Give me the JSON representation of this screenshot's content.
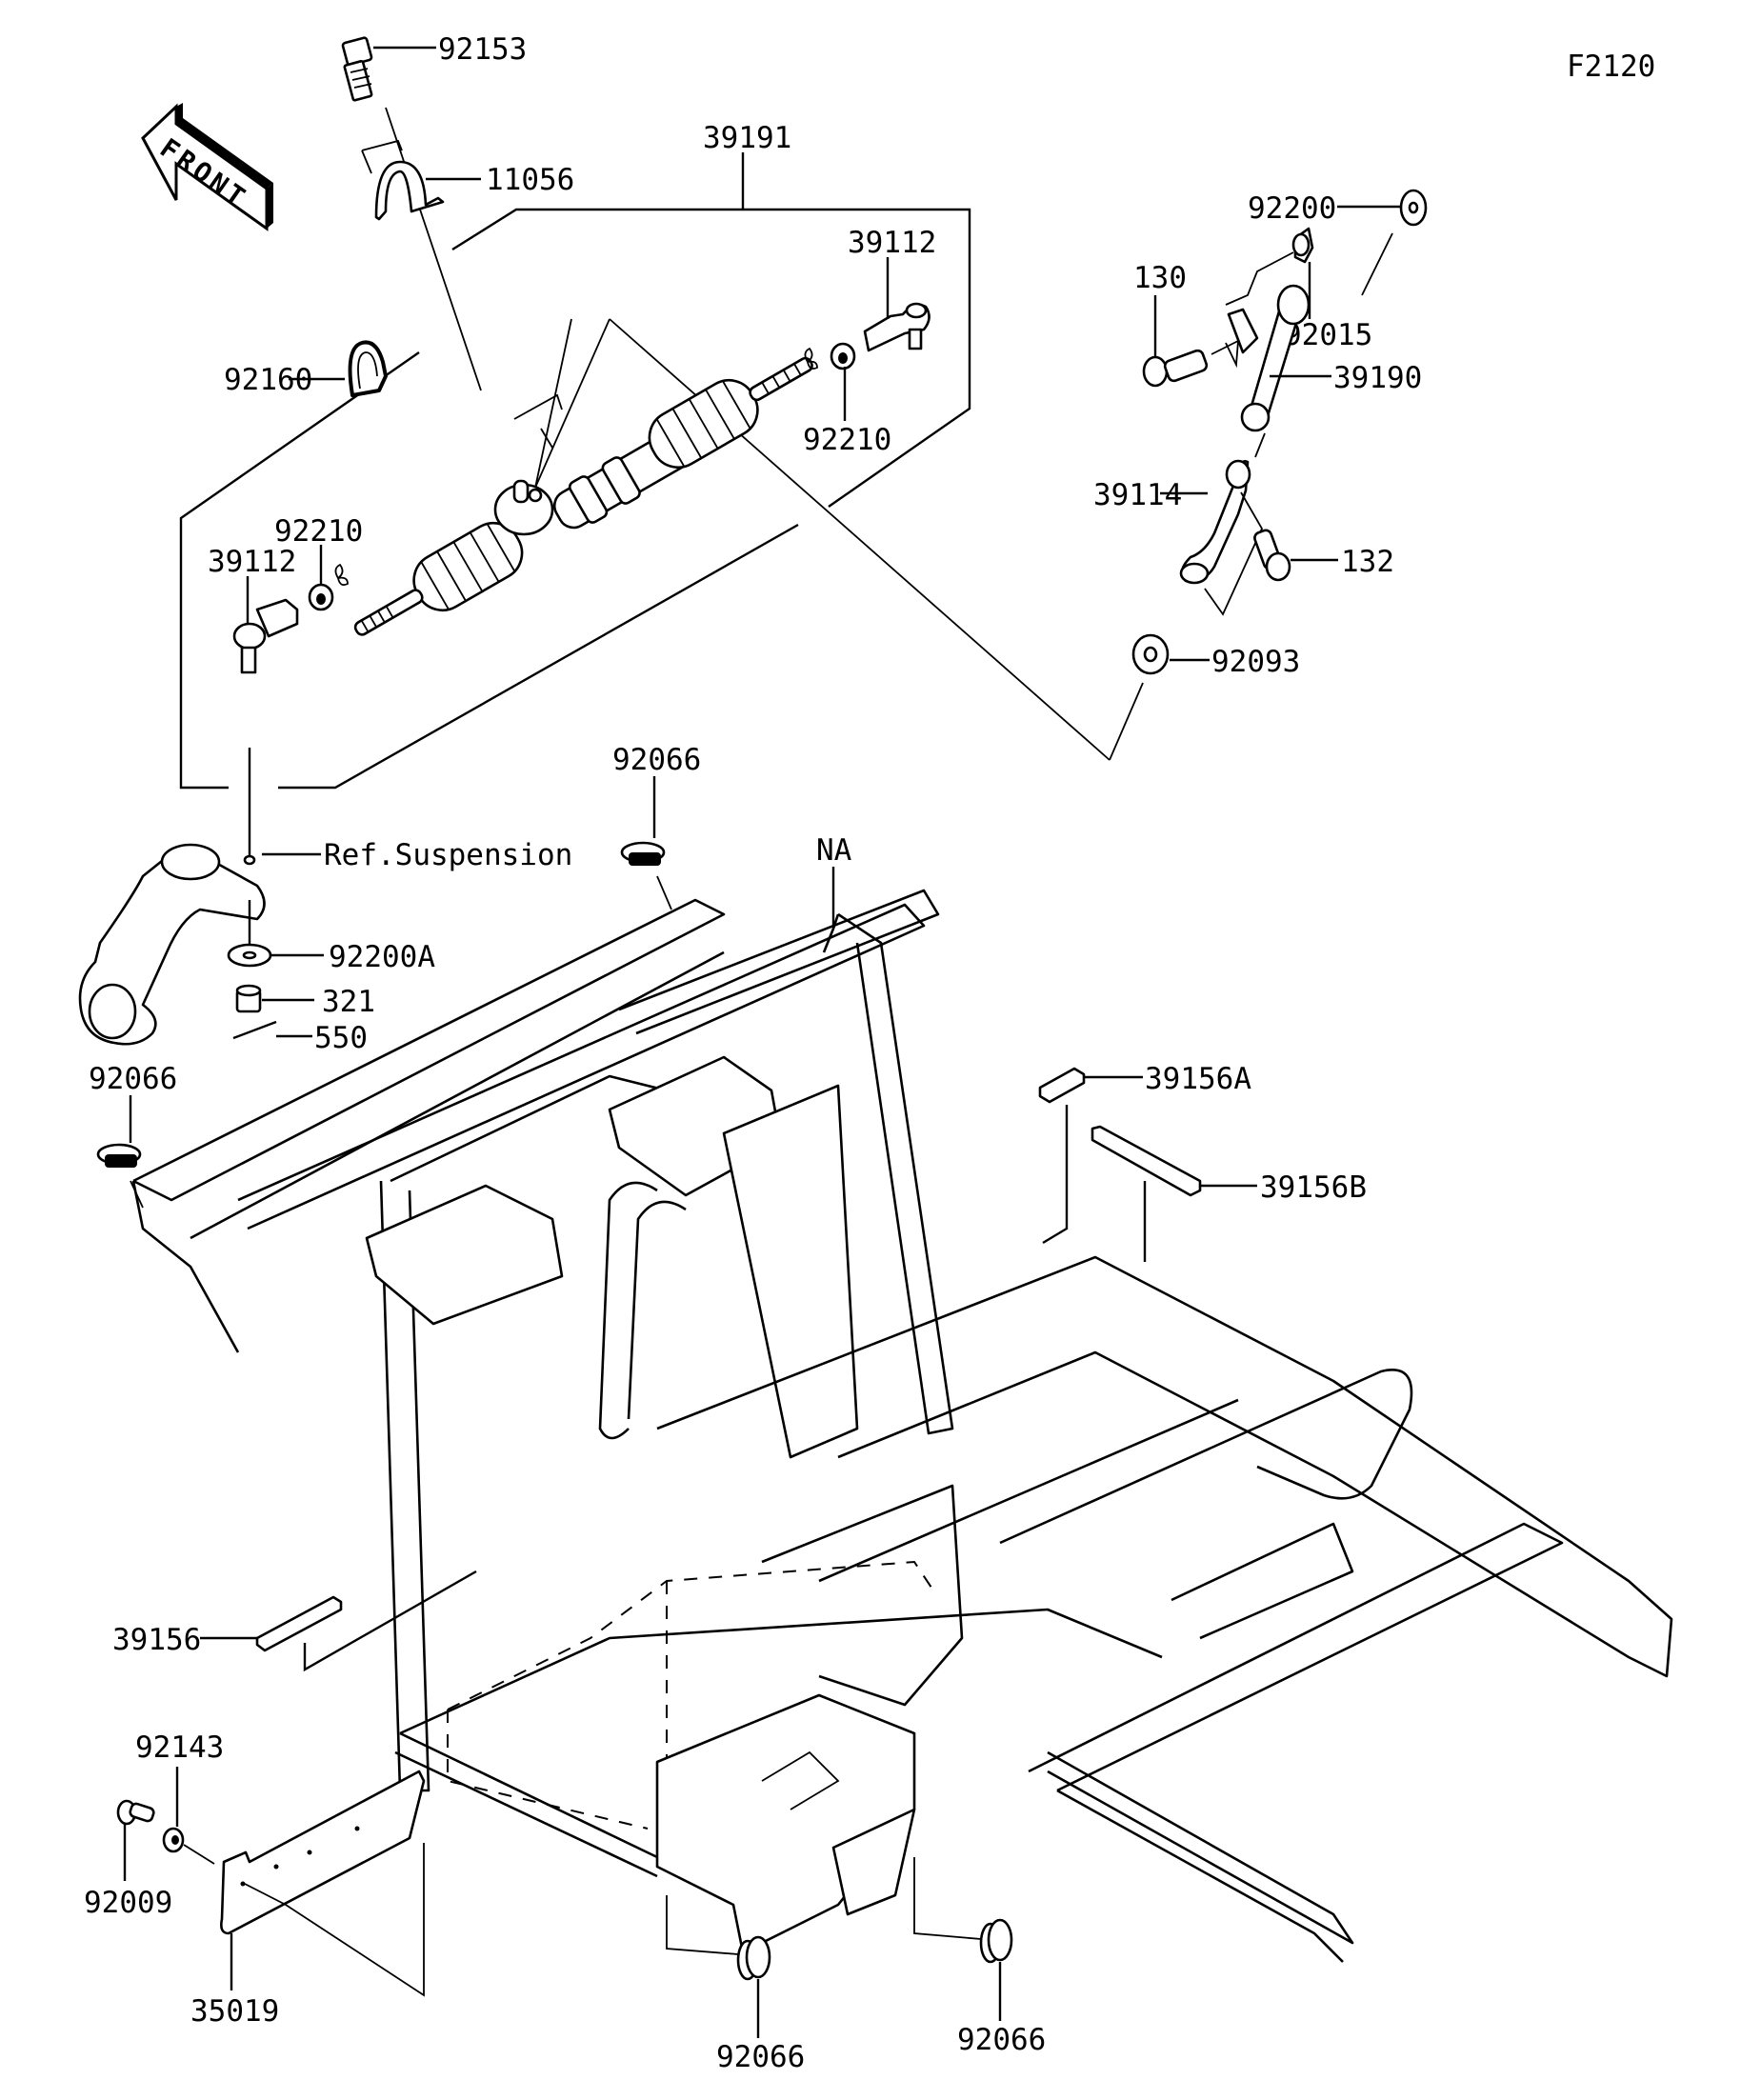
{
  "diagram": {
    "figure_code": "F2120",
    "front_arrow_label": "FRONT",
    "reference_note": "Ref.Suspension",
    "not_available_mark": "NA",
    "colors": {
      "ink": "#000000",
      "background": "#ffffff"
    }
  },
  "callouts": {
    "p92153": "92153",
    "p11056": "11056",
    "p39191": "39191",
    "p39112_right": "39112",
    "p92160": "92160",
    "p92210_right": "92210",
    "p92210_left": "92210",
    "p39112_left": "39112",
    "p92200": "92200",
    "p130": "130",
    "p92015": "92015",
    "p39190": "39190",
    "p39114": "39114",
    "p132": "132",
    "p92093": "92093",
    "p92066_top": "92066",
    "p92200A": "92200A",
    "p321": "321",
    "p550": "550",
    "p92066_left": "92066",
    "p39156A": "39156A",
    "p39156B": "39156B",
    "p39156": "39156",
    "p92143": "92143",
    "p92009": "92009",
    "p35019": "35019",
    "p92066_bottom_left": "92066",
    "p92066_bottom_right": "92066"
  }
}
